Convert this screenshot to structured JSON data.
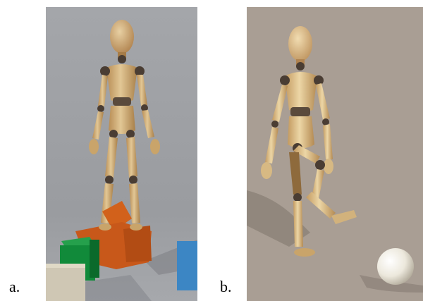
{
  "figure": {
    "panel_a": {
      "caption": "a.",
      "subject": "wooden-mannequin-standing-on-toy-blocks",
      "background_color": "#9a9ca0",
      "floor_color": "#a3a6ab"
    },
    "panel_b": {
      "caption": "b.",
      "subject": "wooden-mannequin-kicking-ball",
      "background_color": "#a99e94",
      "floor_color": "#a59a90"
    },
    "colors": {
      "wood_light": "#dcc18d",
      "wood_mid": "#c9a46a",
      "wood_dark": "#8e6a3c",
      "joint": "#4a3d33",
      "block_orange": "#d2611b",
      "block_green": "#118a3a",
      "block_blue": "#3c86c4",
      "block_beige": "#cfc7b4",
      "ball": "#f2efe6"
    }
  }
}
